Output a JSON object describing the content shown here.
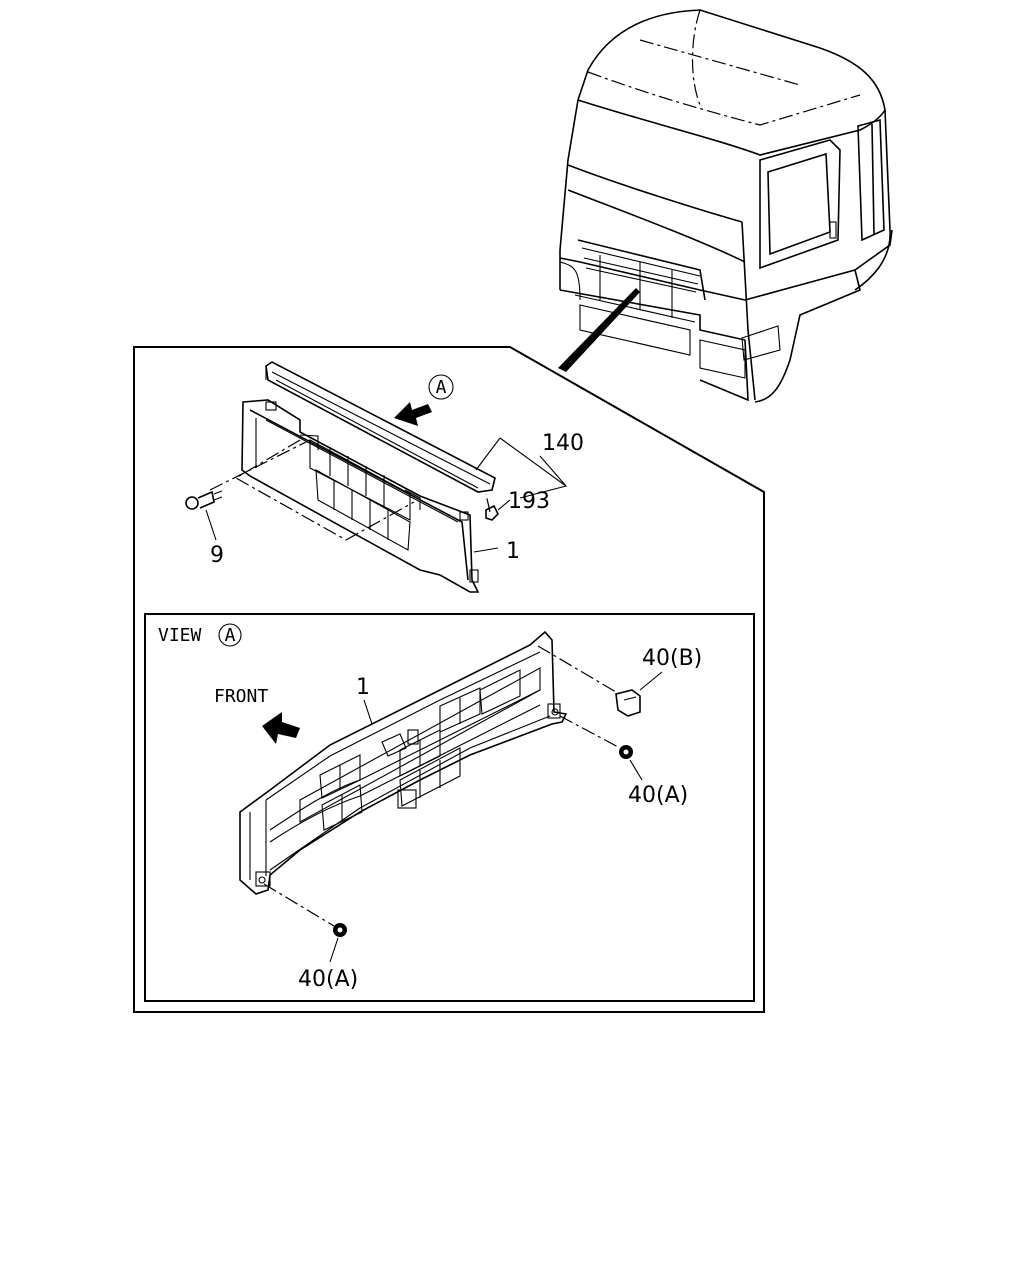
{
  "labels": {
    "part_140": "140",
    "part_193": "193",
    "part_9": "9",
    "part_1_top": "1",
    "view_word": "VIEW",
    "view_circle": "A",
    "arrow_circle_top": "A",
    "front": "FRONT",
    "part_1_view": "1",
    "part_40b": "40(B)",
    "part_40a_right": "40(A)",
    "part_40a_bottom": "40(A)"
  }
}
